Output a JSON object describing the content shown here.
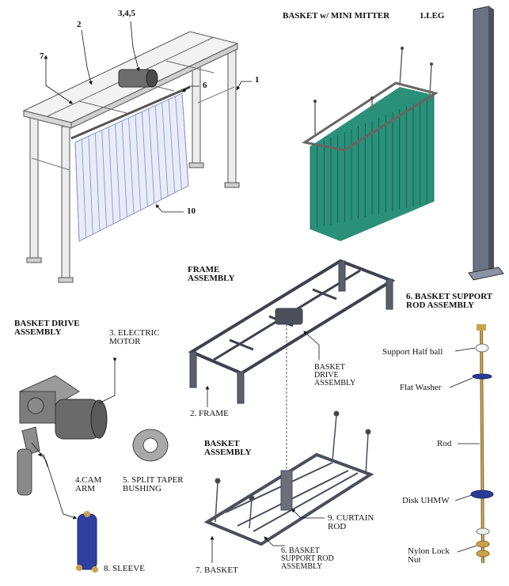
{
  "callouts": {
    "c1": "1",
    "c2": "2",
    "c345": "3,4,5",
    "c6": "6",
    "c7": "7",
    "c10": "10"
  },
  "headings": {
    "basket_mini_mitter": "BASKET w/ MINI MITTER",
    "leg": "1.LEG",
    "frame_assembly": "FRAME\nASSEMBLY",
    "basket_drive_assembly": "BASKET DRIVE\nASSEMBLY",
    "basket_assembly": "BASKET\nASSEMBLY",
    "basket_support_rod_assembly": "6. BASKET SUPPORT\nROD ASSEMBLY"
  },
  "parts": {
    "electric_motor": "3. ELECTRIC\nMOTOR",
    "cam_arm": "4.CAM\nARM",
    "split_taper_bushing": "5. SPLIT TAPER\nBUSHING",
    "sleeve": "8. SLEEVE",
    "frame": "2. FRAME",
    "basket_drive": "BASKET\nDRIVE\nASSEMBLY",
    "curtain_rod": "9. CURTAIN\nROD",
    "basket_support_rod": "6. BASKET\nSUPPORT ROD\nASSEMBLY",
    "basket": "7. BASKET"
  },
  "rod_parts": {
    "support_half_ball": "Support Half ball",
    "flat_washer": "Flat Washer",
    "rod": "Rod",
    "disk_uhmw": "Disk UHMW",
    "nylon_lock_nut": "Nylon Lock\nNut"
  },
  "colors": {
    "frame_line": "#555555",
    "frame_fill": "#e6e6e6",
    "curtain_blue": "#8a95cc",
    "curtain_green": "#1f8a72",
    "dark_steel": "#5a5f6a",
    "motor_gray": "#7d7d7d",
    "sleeve_blue": "#2e3f9e",
    "brass": "#c8a34a"
  }
}
